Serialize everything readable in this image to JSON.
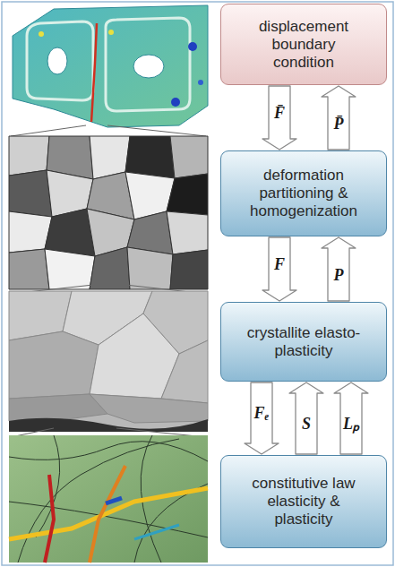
{
  "diagram": {
    "nodes": [
      {
        "text": [
          "displacement boundary condition"
        ]
      },
      {
        "text": [
          "deformation partitioning & homogenization"
        ]
      },
      {
        "text": [
          "crystallite elasto-plasticity"
        ]
      },
      {
        "text": [
          "constitutive law elasticity & plasticity"
        ]
      }
    ],
    "edges": [
      {
        "from": 0,
        "to": 1,
        "label": "F̄",
        "arrow": "to"
      },
      {
        "from": 1,
        "to": 0,
        "label": "P̄",
        "arrow": "to"
      },
      {
        "from": 1,
        "to": 2,
        "label": "F",
        "arrow": "to"
      },
      {
        "from": 2,
        "to": 1,
        "label": "P",
        "arrow": "to"
      },
      {
        "from": 2,
        "to": 3,
        "label": "Fₑ",
        "arrow": "to"
      },
      {
        "from": 3,
        "to": 2,
        "label": "S",
        "arrow": "to"
      },
      {
        "from": 3,
        "to": 2,
        "label": "Lₚ",
        "arrow": "to"
      }
    ]
  }
}
